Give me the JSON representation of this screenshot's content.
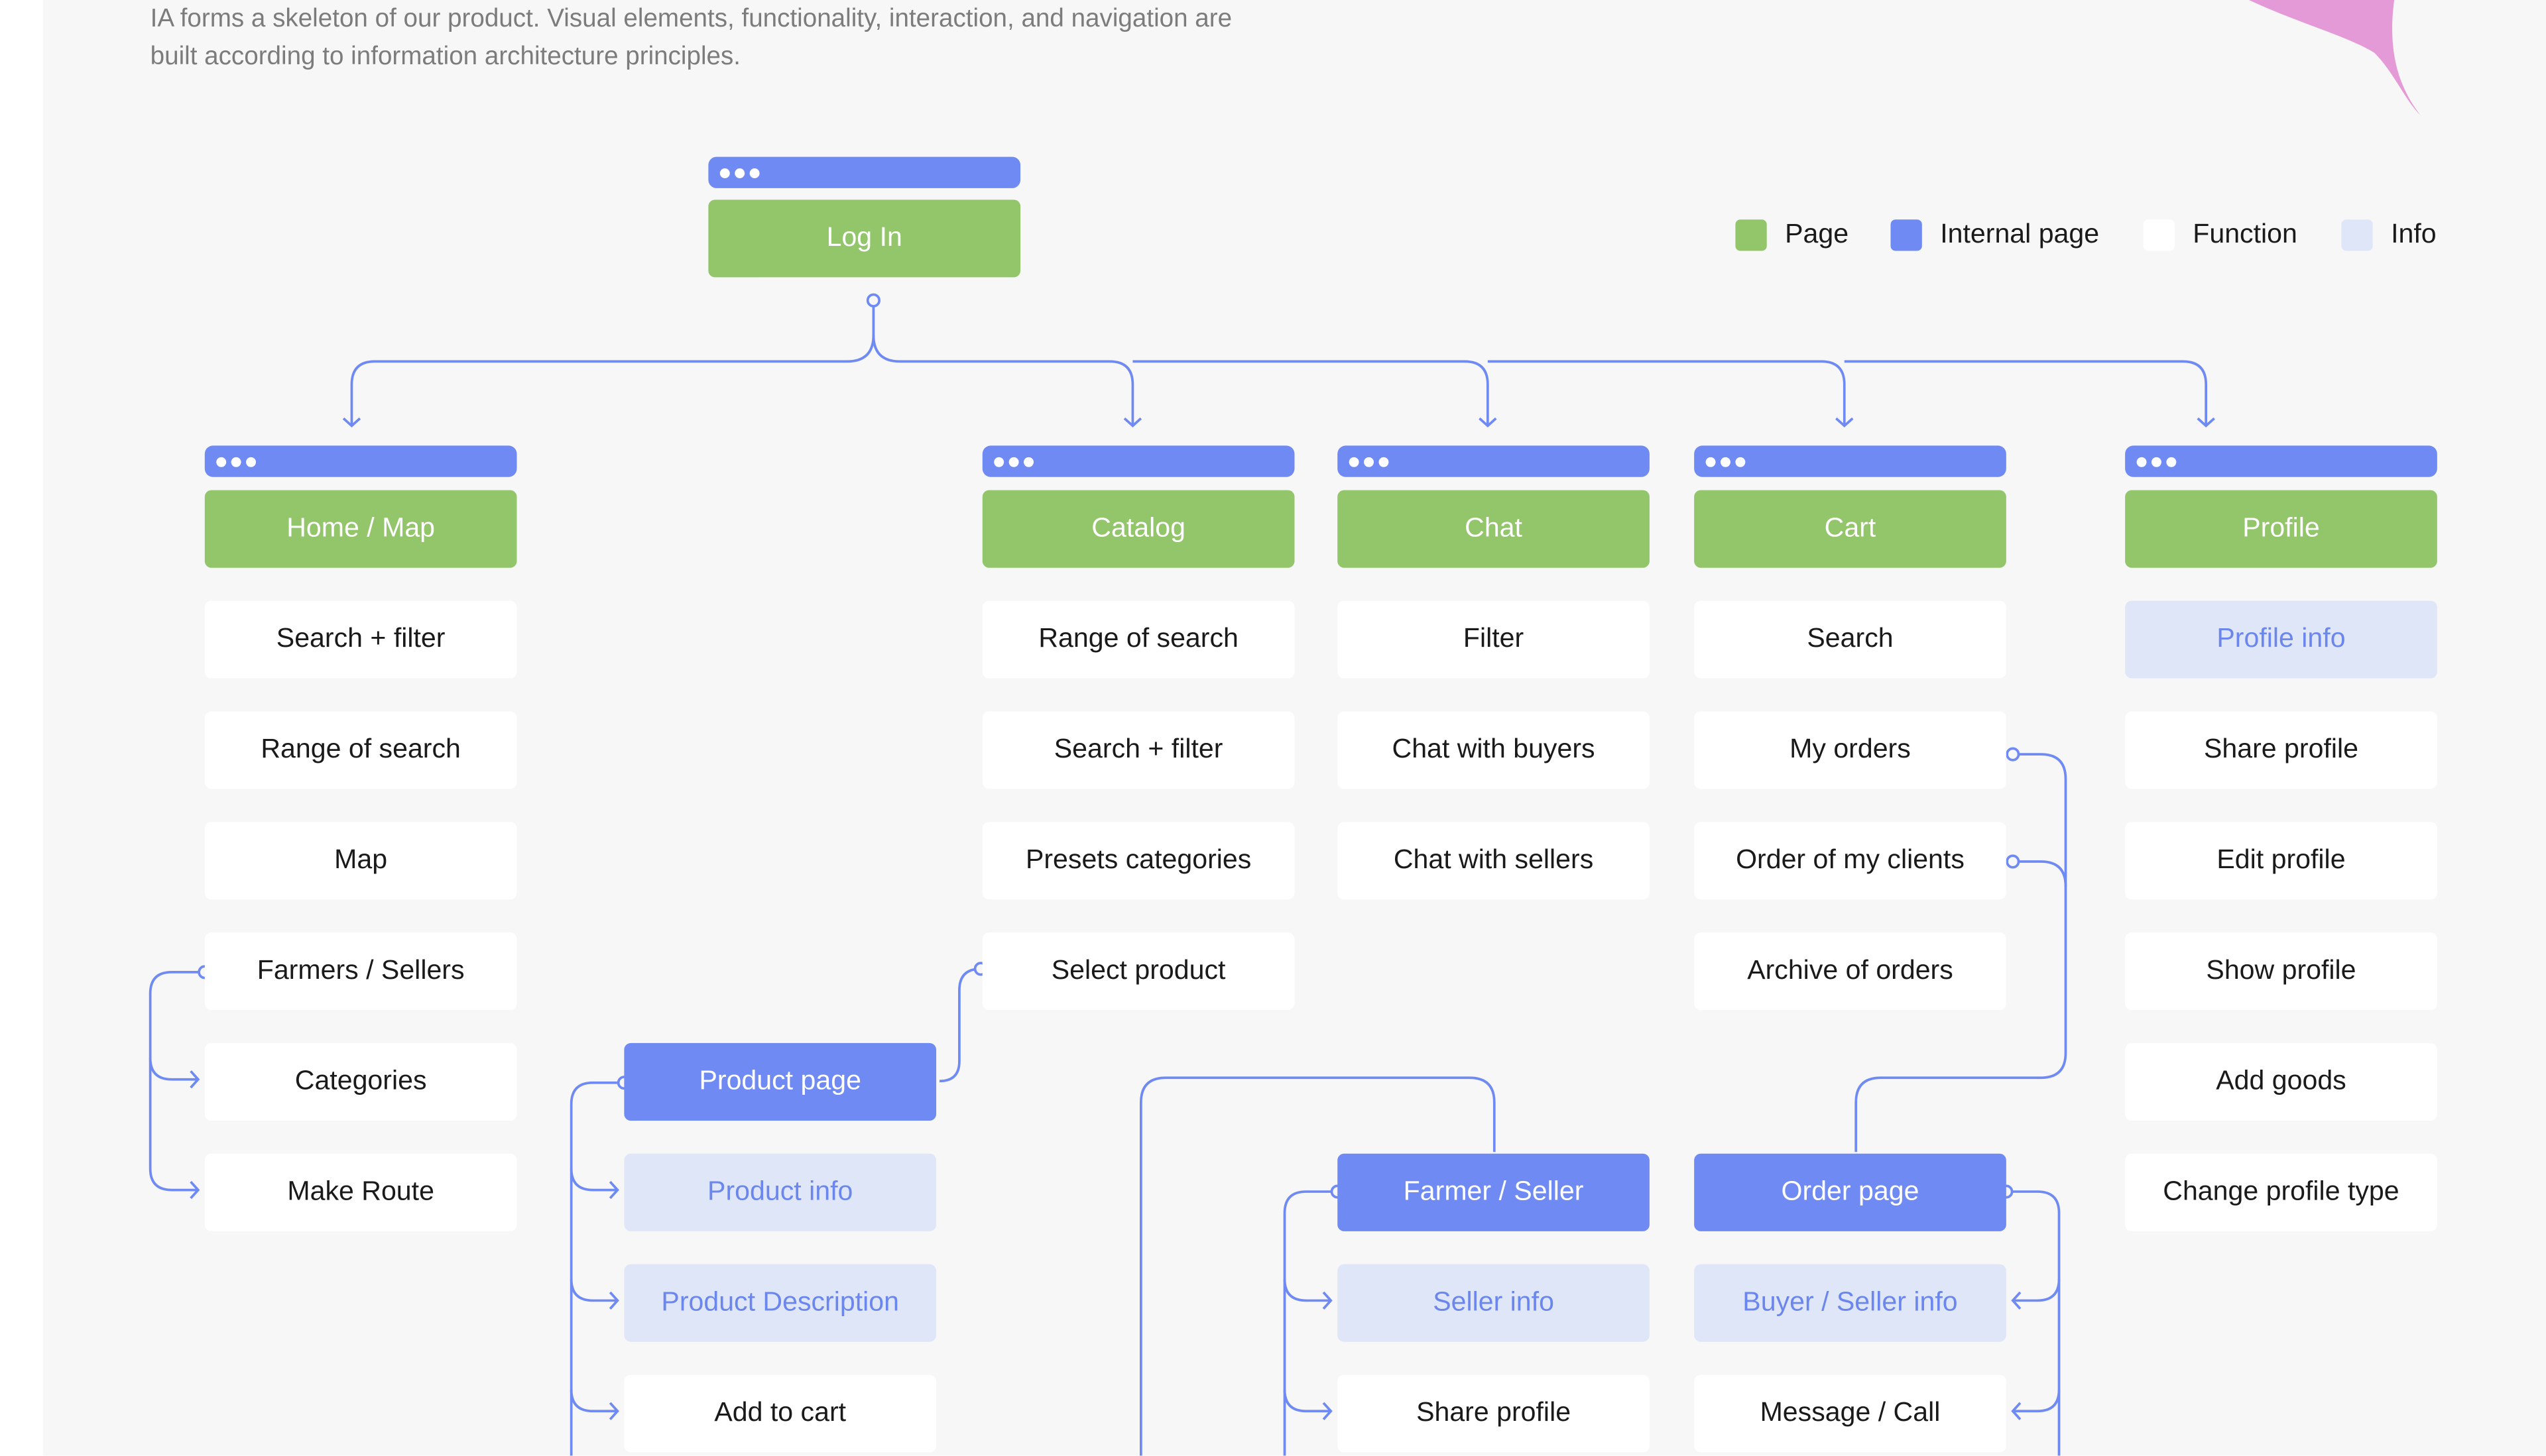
{
  "intro": {
    "line1": "IA forms a skeleton of our product. Visual elements, functionality, interaction, and navigation are",
    "line2": "built according to information architecture principles."
  },
  "colors": {
    "page": "#93c56a",
    "internal_page": "#6f8af3",
    "function": "#ffffff",
    "info": "#dfe6f8",
    "connector": "#6f8af3",
    "accent_blob": "#e59ad8"
  },
  "legend": {
    "page": "Page",
    "internal_page": "Internal page",
    "function": "Function",
    "info": "Info"
  },
  "login": {
    "label": "Log In"
  },
  "home": {
    "title": "Home / Map",
    "items": [
      "Search + filter",
      "Range of search",
      "Map",
      "Farmers / Sellers",
      "Categories",
      "Make Route"
    ]
  },
  "product": {
    "title": "Product page",
    "items": [
      "Product info",
      "Product Description",
      "Add to cart"
    ]
  },
  "catalog": {
    "title": "Catalog",
    "items": [
      "Range of search",
      "Search + filter",
      "Presets categories",
      "Select product"
    ]
  },
  "chat": {
    "title": "Chat",
    "items": [
      "Filter",
      "Chat with buyers",
      "Chat with sellers"
    ]
  },
  "farmer": {
    "title": "Farmer / Seller",
    "items": [
      "Seller info",
      "Share profile"
    ]
  },
  "cart": {
    "title": "Cart",
    "items": [
      "Search",
      "My orders",
      "Order of my clients",
      "Archive of orders"
    ]
  },
  "order": {
    "title": "Order page",
    "items": [
      "Buyer / Seller info",
      "Message / Call"
    ]
  },
  "profile": {
    "title": "Profile",
    "items": [
      "Profile info",
      "Share profile",
      "Edit profile",
      "Show profile",
      "Add goods",
      "Change profile type"
    ]
  }
}
